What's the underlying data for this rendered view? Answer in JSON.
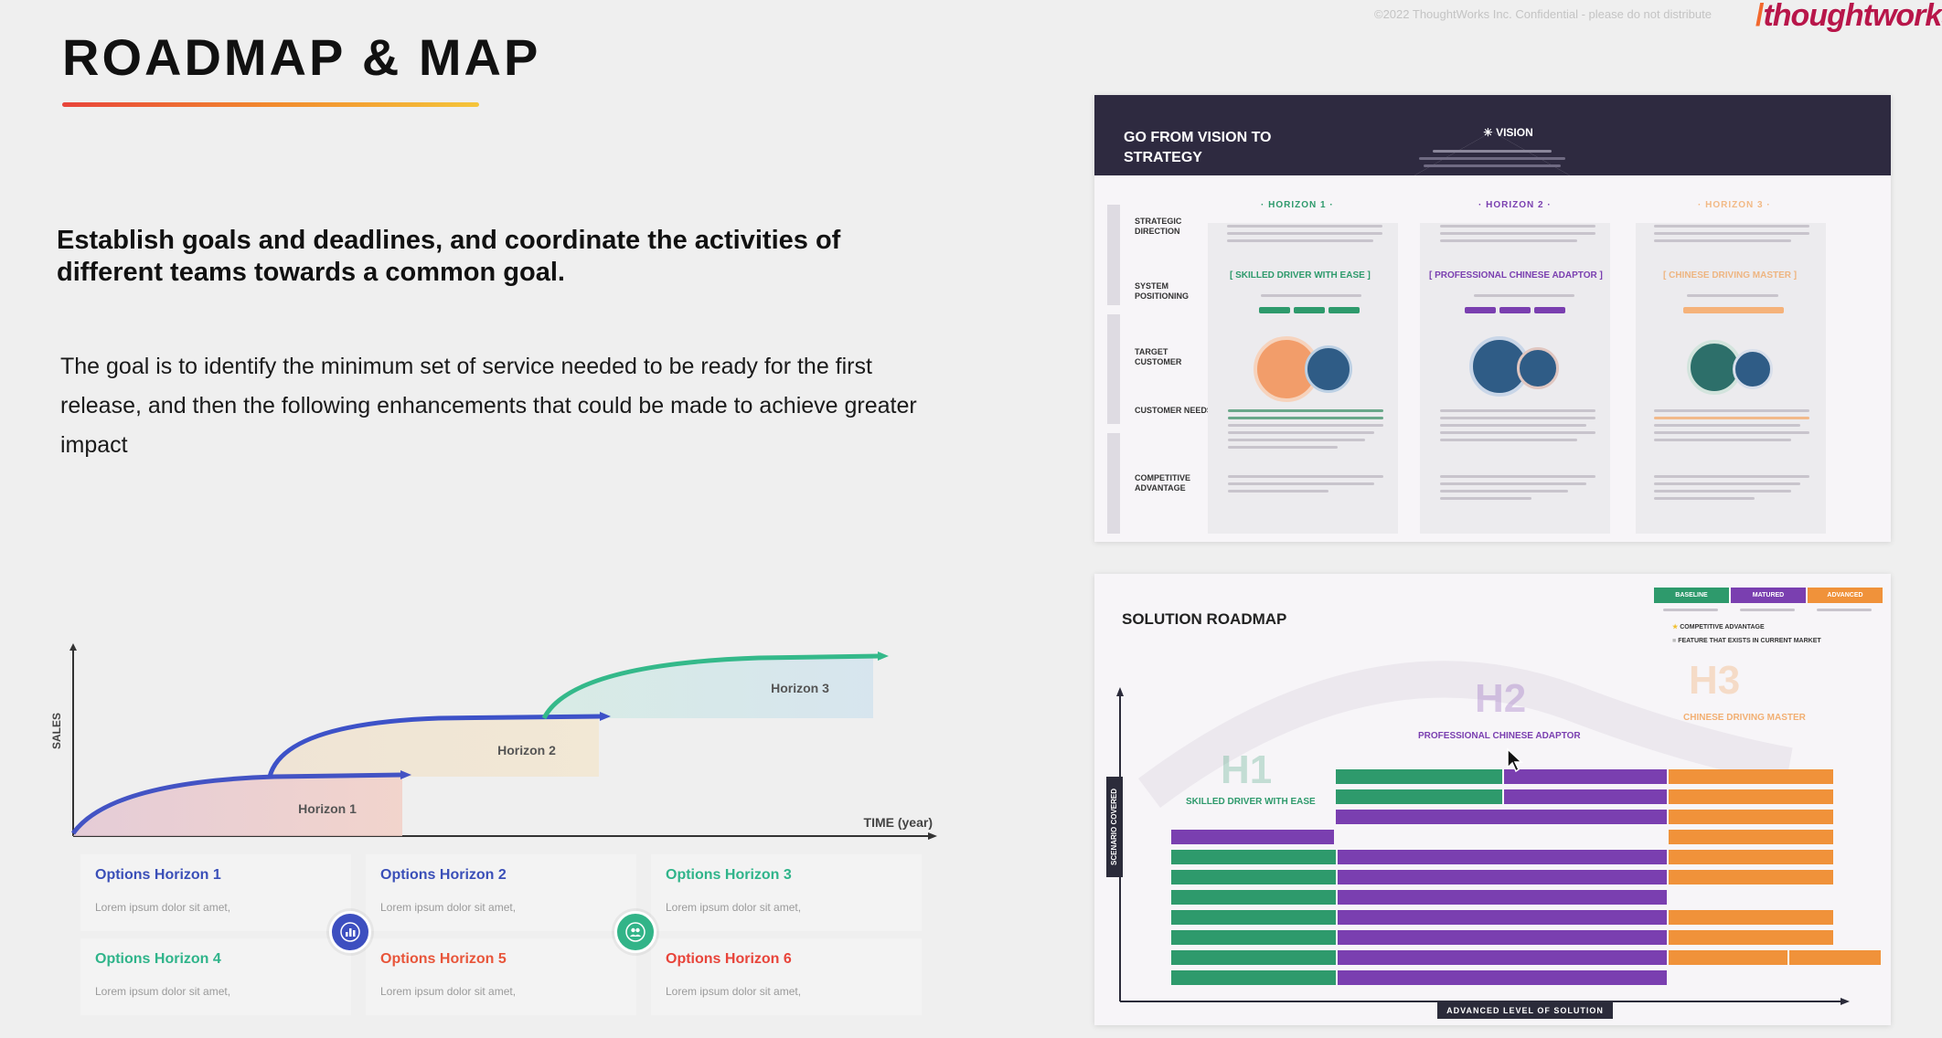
{
  "header": {
    "title": "ROADMAP & MAP",
    "copyright": "©2022 ThoughtWorks Inc.  Confidential - please do not distribute",
    "brand": "thoughtworks"
  },
  "main": {
    "headline": "Establish goals and deadlines, and coordinate the activities of different teams towards a common goal.",
    "body": "The goal is to identify the minimum set of service needed to be ready for the first release, and then the following enhancements that could be made to achieve greater impact"
  },
  "horizon_chart": {
    "ylabel": "SALES",
    "xlabel": "TIME (year)",
    "areas": [
      {
        "label": "Horizon 1",
        "color": "#4353c4",
        "fill": "#e8c8cf"
      },
      {
        "label": "Horizon 2",
        "color": "#3d52c8",
        "fill": "#ece2cf"
      },
      {
        "label": "Horizon 3",
        "color": "#34b98a",
        "fill": "#d3e7ed"
      }
    ]
  },
  "options": [
    {
      "label": "Options Horizon 1",
      "text": "Lorem ipsum dolor sit amet,",
      "color": "#3a4fb8"
    },
    {
      "label": "Options Horizon 2",
      "text": "Lorem ipsum dolor sit amet,",
      "color": "#3a4fb8"
    },
    {
      "label": "Options Horizon 3",
      "text": "Lorem ipsum dolor sit amet,",
      "color": "#2fb48a"
    },
    {
      "label": "Options Horizon 4",
      "text": "Lorem ipsum dolor sit amet,",
      "color": "#2fb48a"
    },
    {
      "label": "Options Horizon 5",
      "text": "Lorem ipsum dolor sit amet,",
      "color": "#e8553a"
    },
    {
      "label": "Options Horizon 6",
      "text": "Lorem ipsum dolor sit amet,",
      "color": "#e8443a"
    }
  ],
  "option_hub_icons": [
    "bar-chart-icon",
    "people-icon"
  ],
  "vision_card": {
    "title": "GO FROM VISION TO STRATEGY",
    "vision_label": "VISION",
    "header_color": "#2e2a40",
    "row_labels": [
      "STRATEGIC DIRECTION",
      "SYSTEM POSITIONING",
      "TARGET CUSTOMER",
      "CUSTOMER NEEDS",
      "COMPETITIVE ADVANTAGE"
    ],
    "horizons": [
      {
        "name": "· HORIZON 1 ·",
        "position": "[ SKILLED DRIVER WITH EASE ]",
        "color": "#2e9a6c"
      },
      {
        "name": "· HORIZON 2 ·",
        "position": "[ PROFESSIONAL CHINESE ADAPTOR ]",
        "color": "#7a3fb0"
      },
      {
        "name": "· HORIZON 3 ·",
        "position": "[ CHINESE DRIVING MASTER ]",
        "color": "#f0923a"
      }
    ]
  },
  "roadmap_card": {
    "title": "SOLUTION ROADMAP",
    "legend": [
      "BASELINE",
      "MATURED",
      "ADVANCED"
    ],
    "legend_notes": [
      "COMPETITIVE ADVANTAGE",
      "FEATURE THAT EXISTS IN CURRENT MARKET"
    ],
    "horizons": [
      {
        "big": "H1",
        "label": "SKILLED DRIVER WITH EASE",
        "color": "#2e9a6c"
      },
      {
        "big": "H2",
        "label": "PROFESSIONAL CHINESE ADAPTOR",
        "color": "#7a3fb0"
      },
      {
        "big": "H3",
        "label": "CHINESE DRIVING MASTER",
        "color": "#f0923a"
      }
    ],
    "yaxis": "SCENARIO COVERED",
    "xaxis": "ADVANCED LEVEL OF SOLUTION"
  }
}
